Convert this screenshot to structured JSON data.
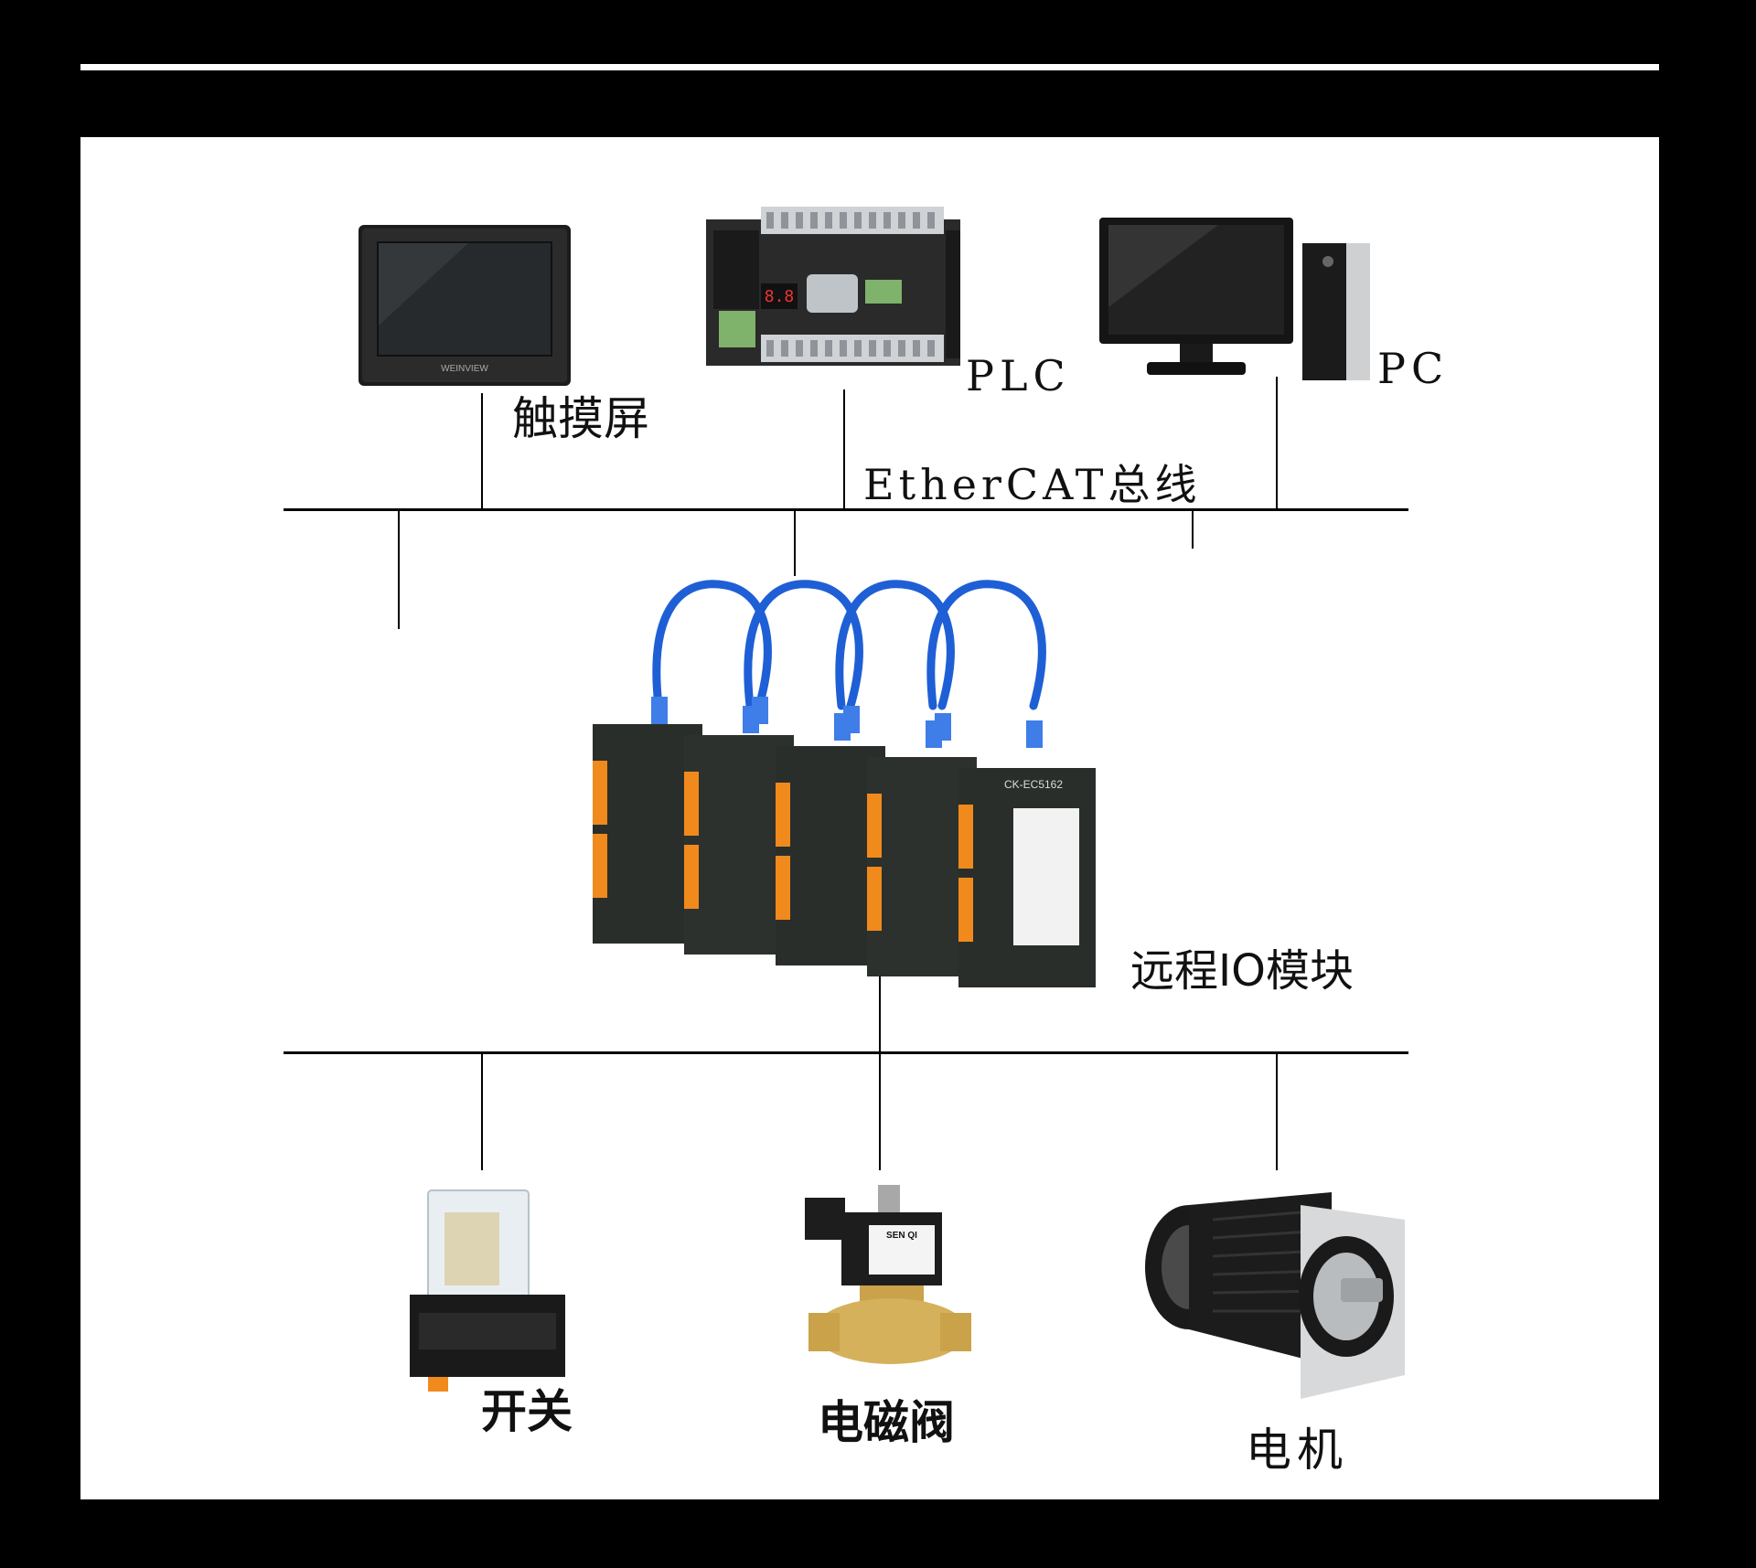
{
  "labels": {
    "hmi": "触摸屏",
    "plc": "PLC",
    "pc": "PC",
    "bus": "EtherCAT总线",
    "io": "远程IO模块",
    "switch": "开关",
    "valve": "电磁阀",
    "motor": "电机"
  },
  "device_text": {
    "hmi_brand": "WEINVIEW",
    "io_model": "CK-EC5162",
    "plc_display": "8.8",
    "valve_brand": "SEN QI"
  },
  "colors": {
    "background": "#000000",
    "panel": "#ffffff",
    "cable": "#1f5fd6",
    "module_body": "#2a2e2b",
    "terminal": "#f08a1c",
    "brass": "#c9a24a"
  }
}
